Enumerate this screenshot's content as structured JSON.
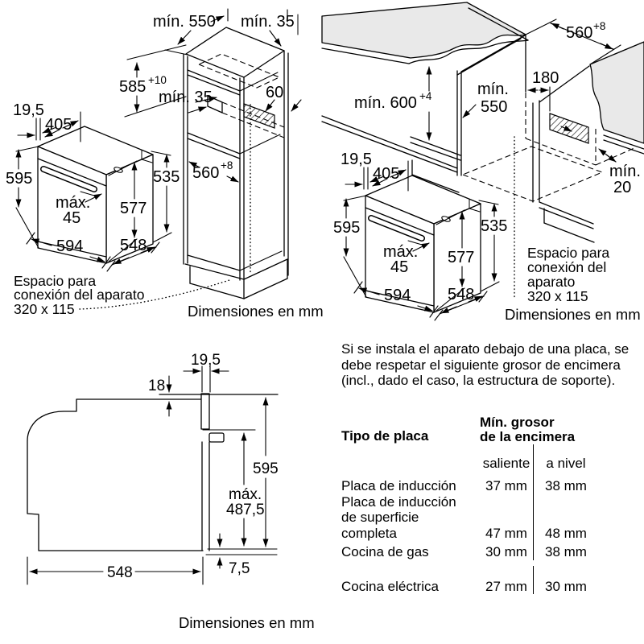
{
  "tall": {
    "dim_min550": "mín. 550",
    "dim_min35_top": "mín. 35",
    "dim_585": "585",
    "dim_585_tol": "+10",
    "dim_min35_vent": "mín. 35",
    "dim_60": "60",
    "dim_560": "560",
    "dim_560_tol": "+8",
    "oven": {
      "d195": "19,5",
      "d405": "405",
      "d595": "595",
      "dmax": "máx.",
      "d45": "45",
      "d577": "577",
      "d535": "535",
      "d594": "594",
      "d548": "548"
    },
    "note1": "Espacio para",
    "note2": "conexión del aparato",
    "note3": "320 x 115",
    "units": "Dimensiones en mm"
  },
  "under": {
    "dim_560": "560",
    "dim_560_tol": "+8",
    "dim_min600": "mín. 600",
    "dim_min600_tol": "+4",
    "dim_min550_1": "mín.",
    "dim_min550_2": "550",
    "dim_180": "180",
    "dim_min20_1": "mín.",
    "dim_min20_2": "20",
    "oven": {
      "d195": "19,5",
      "d405": "405",
      "d595": "595",
      "dmax": "máx.",
      "d45": "45",
      "d577": "577",
      "d535": "535",
      "d594": "594",
      "d548": "548"
    },
    "note1": "Espacio para",
    "note2": "conexión del",
    "note3": "aparato",
    "note4": "320 x 115",
    "units": "Dimensiones en mm"
  },
  "side": {
    "d195": "19,5",
    "d18": "18",
    "d595": "595",
    "dmax": "máx.",
    "d4875": "487,5",
    "d548": "548",
    "d75": "7,5",
    "units": "Dimensiones en mm"
  },
  "hob": {
    "intro": "Si se instala el aparato debajo de una placa, se debe respetar el siguiente grosor de encimera (incl., dado el caso, la estructura de soporte).",
    "table": {
      "col1_header": "Tipo de placa",
      "col2_header_line1": "Mín. grosor",
      "col2_header_line2": "de la encimera",
      "sub_col1": "saliente",
      "sub_col2": "a nivel",
      "rows": [
        {
          "label": "Placa de inducción",
          "saliente": "37 mm",
          "a_nivel": "38 mm"
        },
        {
          "label": "Placa de inducción\nde superficie\ncompleta",
          "saliente": "47 mm",
          "a_nivel": "48 mm"
        },
        {
          "label": "Cocina de gas",
          "saliente": "30 mm",
          "a_nivel": "38 mm"
        },
        {
          "label": "Cocina eléctrica",
          "saliente": "27 mm",
          "a_nivel": "30 mm"
        }
      ]
    }
  }
}
